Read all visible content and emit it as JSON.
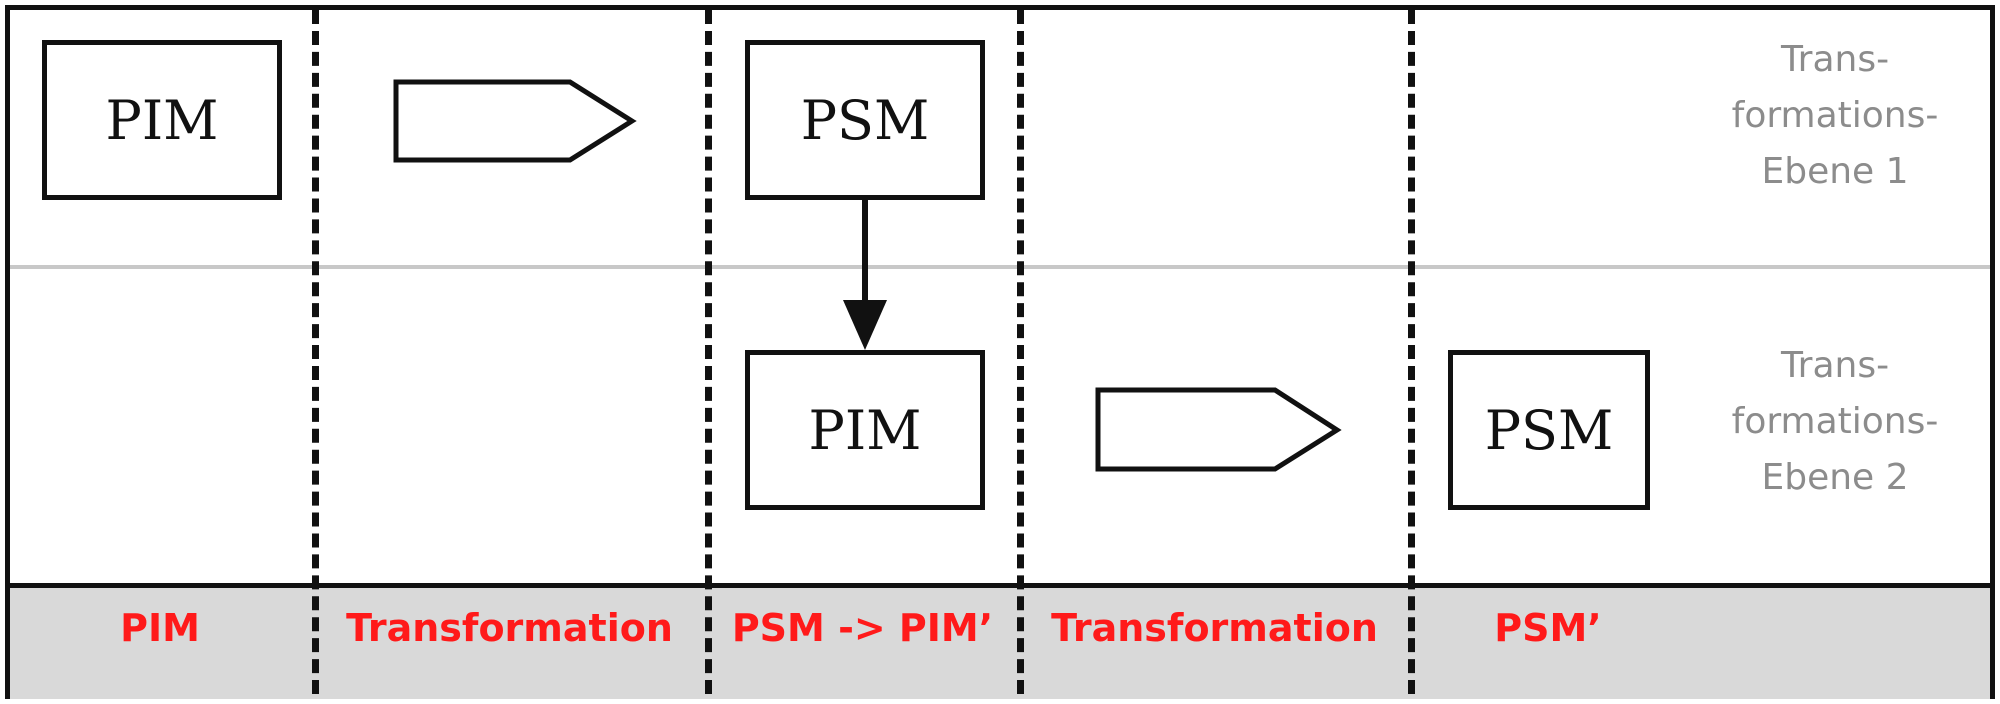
{
  "rows": [
    {
      "label_lines": [
        "Trans-",
        "formations-",
        "Ebene 1"
      ]
    },
    {
      "label_lines": [
        "Trans-",
        "formations-",
        "Ebene 2"
      ]
    }
  ],
  "boxes": {
    "pim_level1": "PIM",
    "psm_level1": "PSM",
    "pim_level2": "PIM",
    "psm_level2": "PSM"
  },
  "columns": [
    {
      "label": "PIM"
    },
    {
      "label": "Transformation"
    },
    {
      "label": "PSM -> PIM’"
    },
    {
      "label": "Transformation"
    },
    {
      "label": "PSM’"
    }
  ],
  "colors": {
    "stroke": "#111111",
    "column_label": "#ff1a1a",
    "row_label": "#8c8c8c",
    "footer_background": "#d9d9d9"
  }
}
